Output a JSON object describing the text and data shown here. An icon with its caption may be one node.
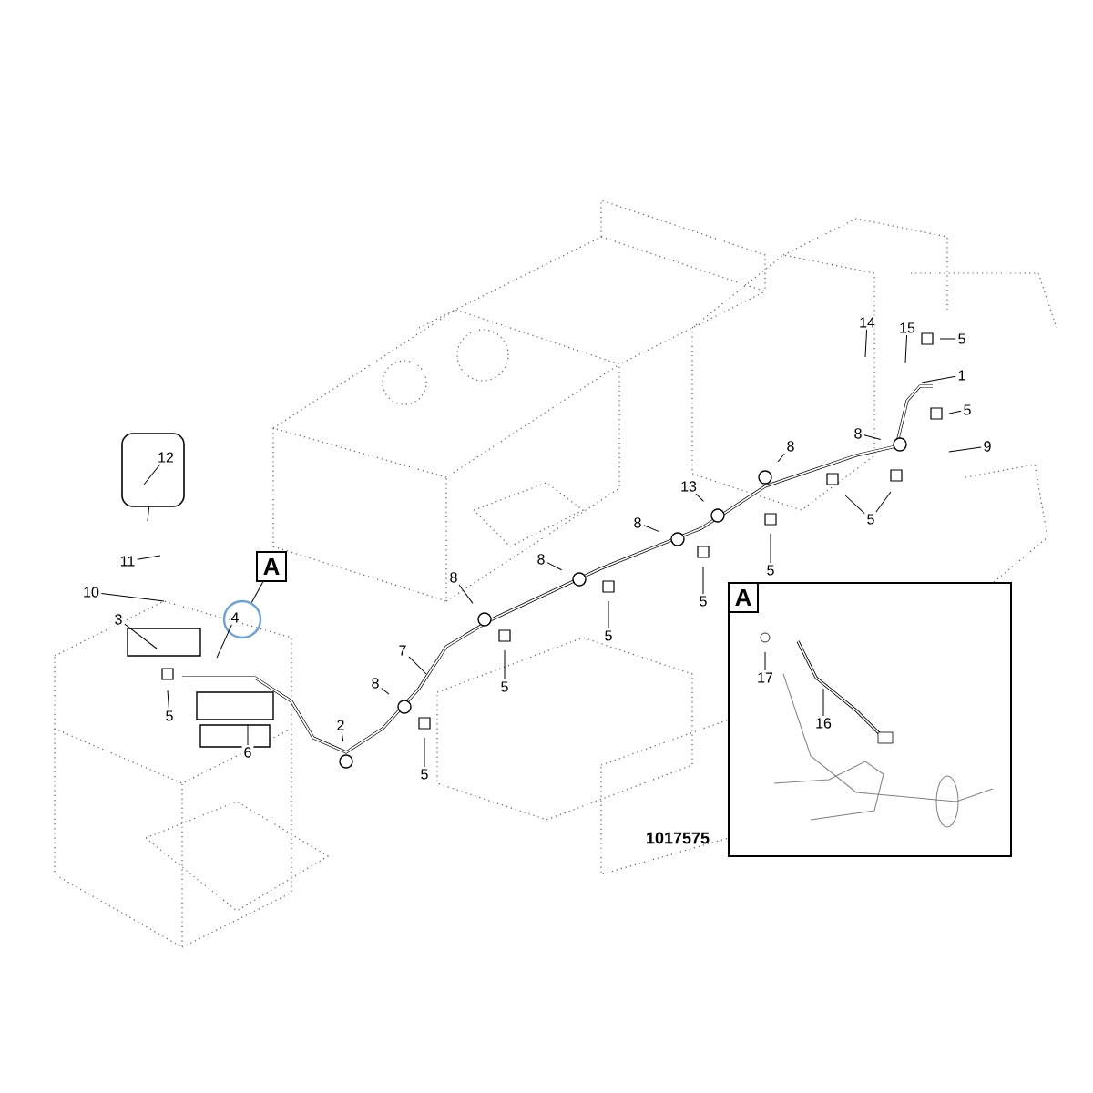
{
  "diagram": {
    "nodes": [
      {
        "text": [],
        "shape": "box"
      },
      {
        "text": [
          "12"
        ],
        "in": 0
      },
      {
        "text": [
          "11"
        ]
      },
      {
        "text": [
          "10"
        ]
      },
      {
        "text": [
          "A"
        ]
      },
      {
        "text": [],
        "shape": "circle"
      },
      {
        "text": [
          "4"
        ],
        "in": 5
      },
      {
        "text": [
          "3"
        ]
      },
      {
        "text": [
          "5"
        ]
      },
      {
        "text": [
          "6"
        ]
      },
      {
        "text": [
          "2"
        ]
      },
      {
        "text": [
          "8"
        ]
      },
      {
        "text": [
          "7"
        ]
      },
      {
        "text": [
          "5"
        ]
      },
      {
        "text": [
          "8"
        ]
      },
      {
        "text": [
          "5"
        ]
      },
      {
        "text": [
          "8"
        ]
      },
      {
        "text": [
          "5"
        ]
      },
      {
        "text": [
          "8"
        ]
      },
      {
        "text": [
          "5"
        ]
      },
      {
        "text": [
          "13"
        ]
      },
      {
        "text": [
          "5"
        ]
      },
      {
        "text": [
          "8"
        ]
      },
      {
        "text": [
          "8"
        ]
      },
      {
        "text": [
          "5"
        ]
      },
      {
        "text": [
          "14"
        ]
      },
      {
        "text": [
          "15"
        ]
      },
      {
        "text": [
          "5"
        ]
      },
      {
        "text": [
          "1"
        ]
      },
      {
        "text": [
          "5"
        ]
      },
      {
        "text": [
          "9"
        ]
      },
      {
        "text": [
          "A"
        ]
      },
      {
        "text": [
          "17"
        ],
        "in": 31
      },
      {
        "text": [
          "16"
        ],
        "in": 31
      }
    ],
    "edges": [
      {
        "from": 0,
        "to": null,
        "arrow": "none"
      },
      {
        "from": 1,
        "to": null,
        "arrow": "none"
      },
      {
        "from": 2,
        "to": null,
        "arrow": "none"
      },
      {
        "from": 3,
        "to": null,
        "arrow": "none"
      },
      {
        "from": 4,
        "to": 5,
        "arrow": "none"
      },
      {
        "from": 6,
        "to": null,
        "arrow": "none"
      },
      {
        "from": 7,
        "to": null,
        "arrow": "none"
      },
      {
        "from": 8,
        "to": null,
        "arrow": "none"
      },
      {
        "from": 9,
        "to": null,
        "arrow": "none"
      },
      {
        "from": 10,
        "to": null,
        "arrow": "none"
      },
      {
        "from": 11,
        "to": null,
        "arrow": "none"
      },
      {
        "from": 12,
        "to": null,
        "arrow": "none"
      },
      {
        "from": 13,
        "to": null,
        "arrow": "none"
      },
      {
        "from": 14,
        "to": null,
        "arrow": "none"
      },
      {
        "from": 15,
        "to": null,
        "arrow": "none"
      },
      {
        "from": 16,
        "to": null,
        "arrow": "none"
      },
      {
        "from": 17,
        "to": null,
        "arrow": "none"
      },
      {
        "from": 18,
        "to": null,
        "arrow": "none"
      },
      {
        "from": 19,
        "to": null,
        "arrow": "none"
      },
      {
        "from": 20,
        "to": null,
        "arrow": "none"
      },
      {
        "from": 21,
        "to": null,
        "arrow": "none"
      },
      {
        "from": 22,
        "to": null,
        "arrow": "none"
      },
      {
        "from": 23,
        "to": null,
        "arrow": "none"
      },
      {
        "from": 24,
        "to": null,
        "arrow": "none"
      },
      {
        "from": 24,
        "to": null,
        "arrow": "none"
      },
      {
        "from": 25,
        "to": null,
        "arrow": "none"
      },
      {
        "from": 26,
        "to": null,
        "arrow": "none"
      },
      {
        "from": 27,
        "to": null,
        "arrow": "none"
      },
      {
        "from": 28,
        "to": null,
        "arrow": "none"
      },
      {
        "from": 29,
        "to": null,
        "arrow": "none"
      },
      {
        "from": 30,
        "to": null,
        "arrow": "none"
      },
      {
        "from": 32,
        "to": null,
        "arrow": "none"
      },
      {
        "from": 33,
        "to": null,
        "arrow": "none"
      }
    ],
    "labels": [
      "1017575"
    ]
  }
}
